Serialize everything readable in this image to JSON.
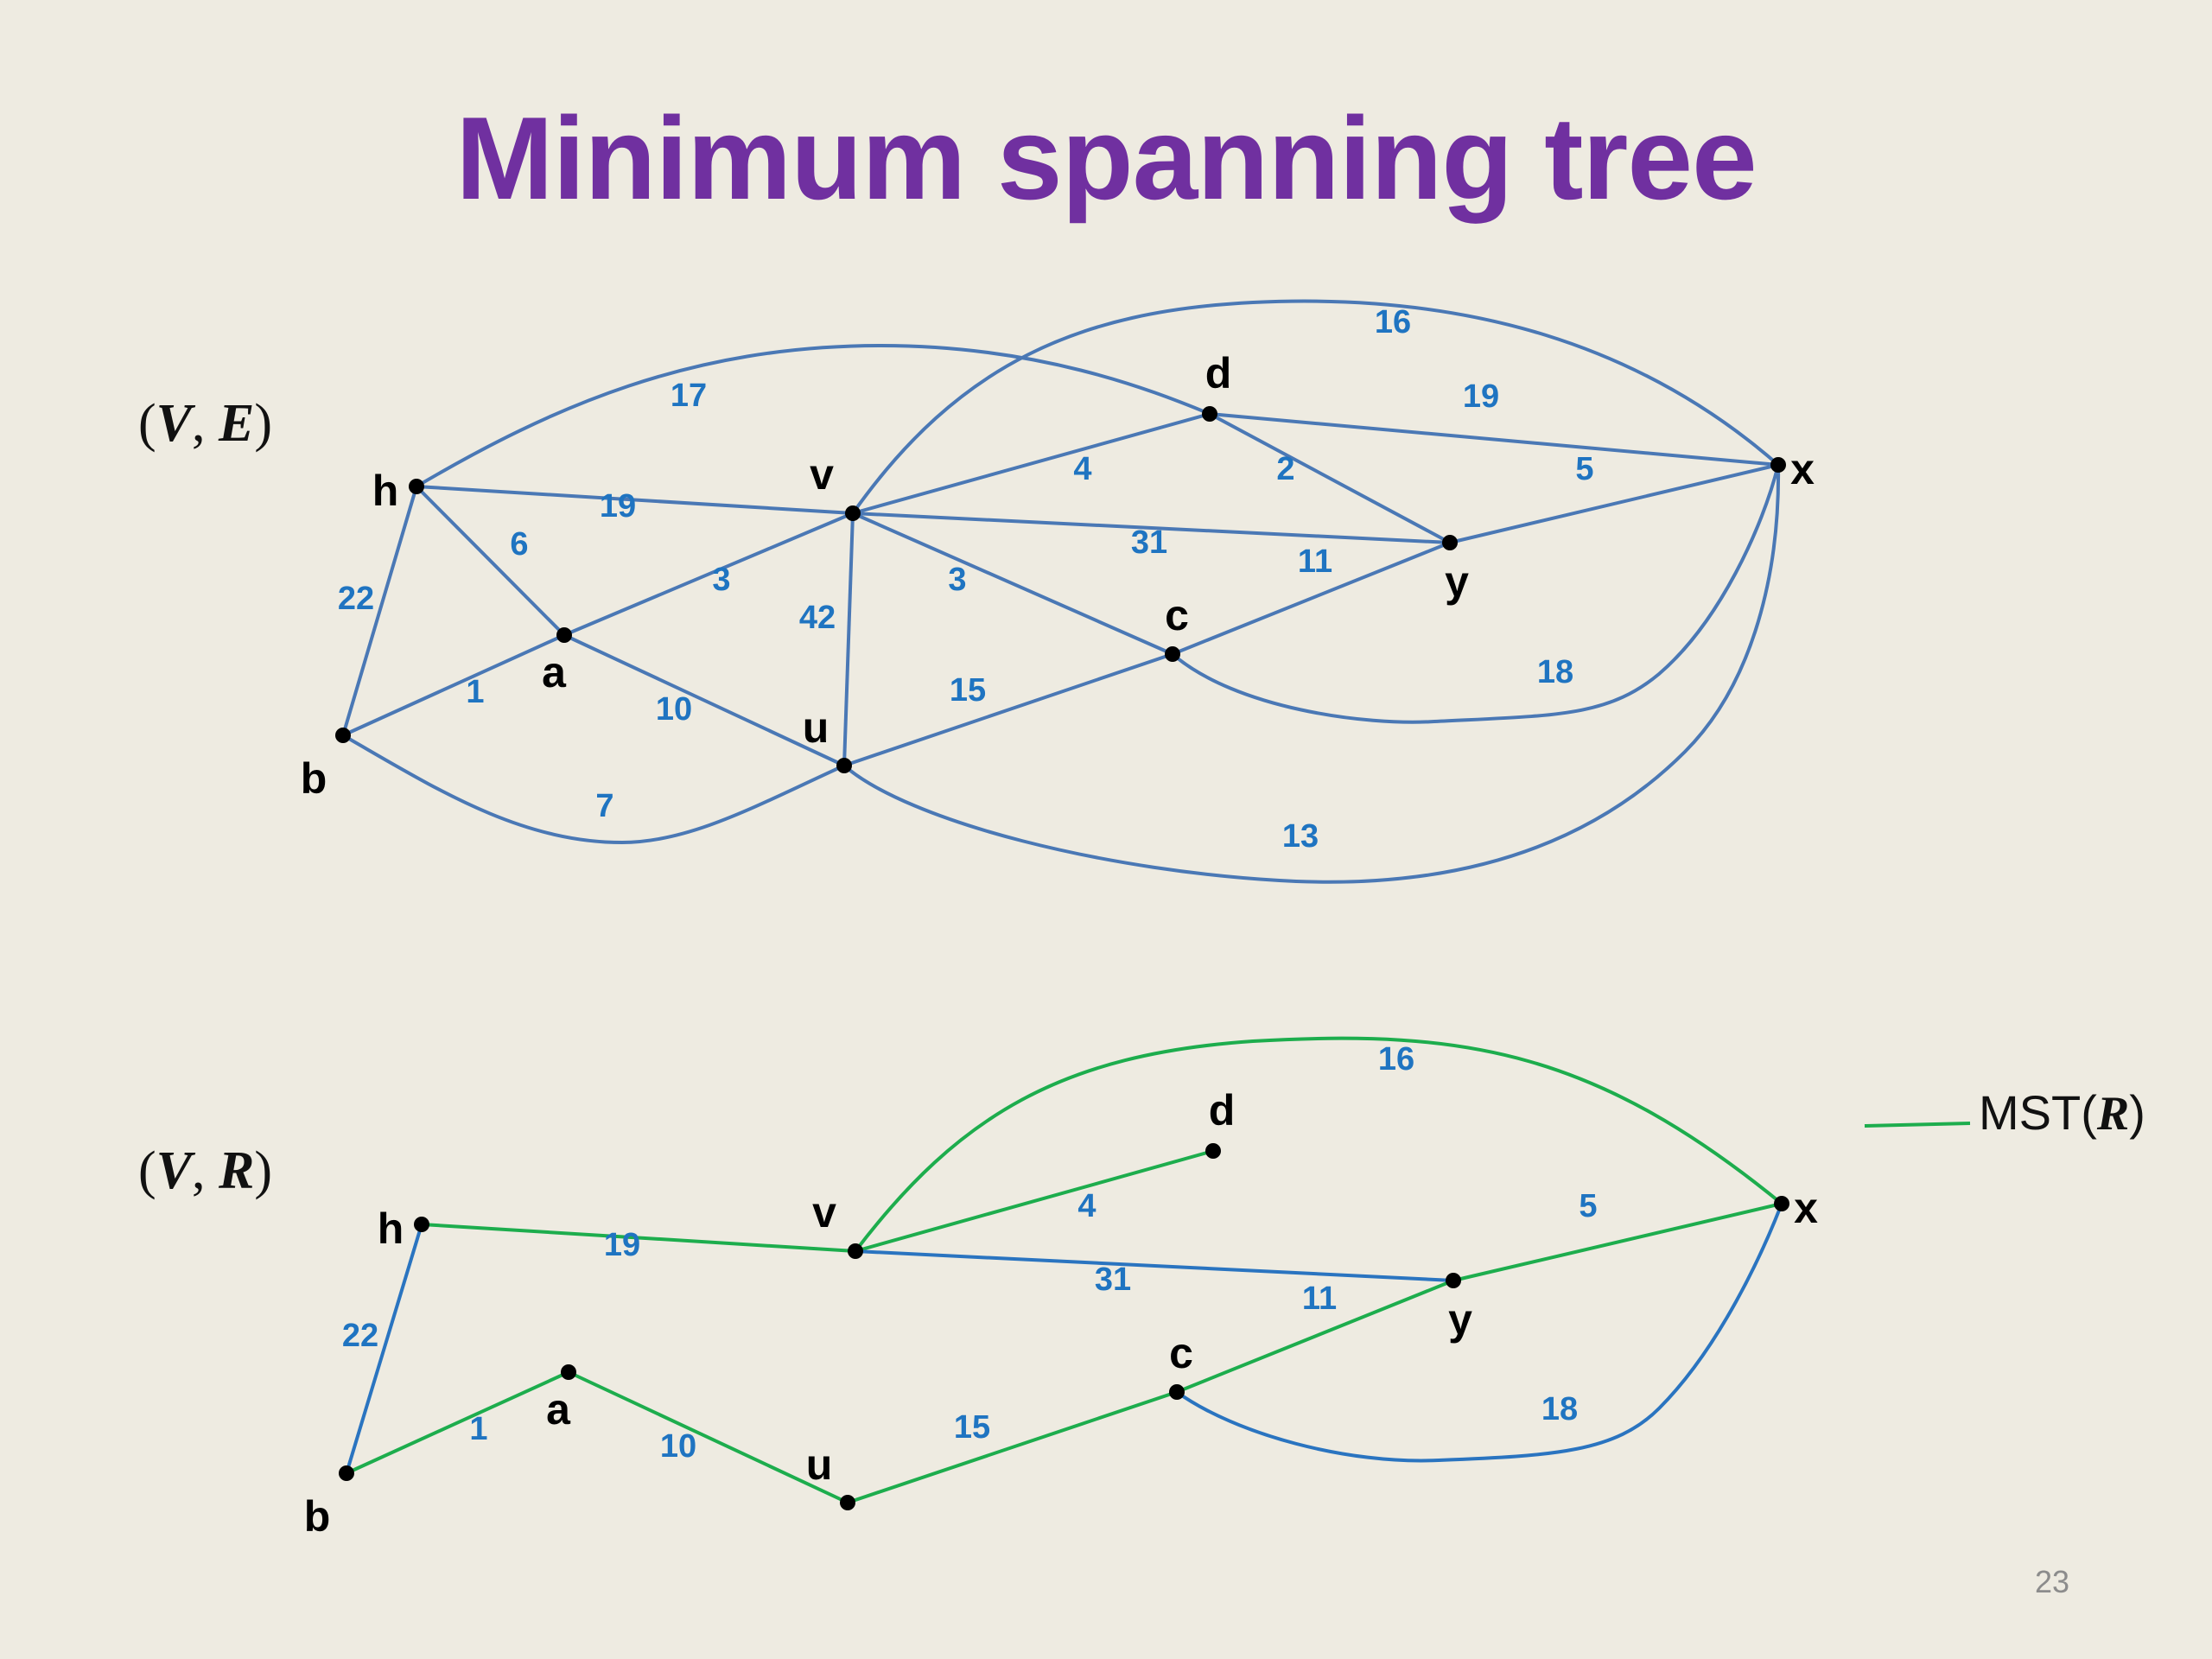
{
  "title": "Minimum spanning tree",
  "page_number": "23",
  "colors": {
    "title": "#7030A0",
    "edge": "#4A78B5",
    "edge_weight": "#1F74C1",
    "mst_edge": "#1DAD4D",
    "background": "#EEEBE1"
  },
  "top_graph": {
    "label_open": "(",
    "label_v": "V",
    "label_sep": ", ",
    "label_set": "E",
    "label_close": ")",
    "nodes": [
      "h",
      "v",
      "d",
      "x",
      "y",
      "c",
      "a",
      "u",
      "b"
    ],
    "edges": [
      {
        "from": "h",
        "to": "d",
        "weight": "17"
      },
      {
        "from": "v",
        "to": "x",
        "weight": "16"
      },
      {
        "from": "d",
        "to": "x",
        "weight": "19"
      },
      {
        "from": "h",
        "to": "v",
        "weight": "19"
      },
      {
        "from": "v",
        "to": "d",
        "weight": "4"
      },
      {
        "from": "d",
        "to": "y",
        "weight": "2"
      },
      {
        "from": "y",
        "to": "x",
        "weight": "5"
      },
      {
        "from": "v",
        "to": "y",
        "weight": "31"
      },
      {
        "from": "h",
        "to": "a",
        "weight": "6"
      },
      {
        "from": "a",
        "to": "v",
        "weight": "3"
      },
      {
        "from": "v",
        "to": "c",
        "weight": "3"
      },
      {
        "from": "c",
        "to": "y",
        "weight": "11"
      },
      {
        "from": "v",
        "to": "u",
        "weight": "42"
      },
      {
        "from": "h",
        "to": "b",
        "weight": "22"
      },
      {
        "from": "b",
        "to": "a",
        "weight": "1"
      },
      {
        "from": "a",
        "to": "u",
        "weight": "10"
      },
      {
        "from": "u",
        "to": "c",
        "weight": "15"
      },
      {
        "from": "c",
        "to": "x",
        "weight": "18"
      },
      {
        "from": "b",
        "to": "u",
        "weight": "7"
      },
      {
        "from": "u",
        "to": "x",
        "weight": "13"
      }
    ]
  },
  "bottom_graph": {
    "label_open": "(",
    "label_v": "V",
    "label_sep": ", ",
    "label_set": "R",
    "label_close": ")",
    "nodes": [
      "h",
      "v",
      "d",
      "x",
      "y",
      "c",
      "a",
      "u",
      "b"
    ],
    "edges": [
      {
        "from": "v",
        "to": "x",
        "weight": "16",
        "in_mst": true
      },
      {
        "from": "h",
        "to": "v",
        "weight": "19",
        "in_mst": true
      },
      {
        "from": "v",
        "to": "d",
        "weight": "4",
        "in_mst": true
      },
      {
        "from": "y",
        "to": "x",
        "weight": "5",
        "in_mst": true
      },
      {
        "from": "v",
        "to": "y",
        "weight": "31",
        "in_mst": false
      },
      {
        "from": "c",
        "to": "y",
        "weight": "11",
        "in_mst": true
      },
      {
        "from": "h",
        "to": "b",
        "weight": "22",
        "in_mst": false
      },
      {
        "from": "b",
        "to": "a",
        "weight": "1",
        "in_mst": true
      },
      {
        "from": "a",
        "to": "u",
        "weight": "10",
        "in_mst": true
      },
      {
        "from": "u",
        "to": "c",
        "weight": "15",
        "in_mst": true
      },
      {
        "from": "c",
        "to": "x",
        "weight": "18",
        "in_mst": false
      }
    ]
  },
  "legend": {
    "text": "MST(",
    "symbol": "R",
    "close": ")"
  }
}
